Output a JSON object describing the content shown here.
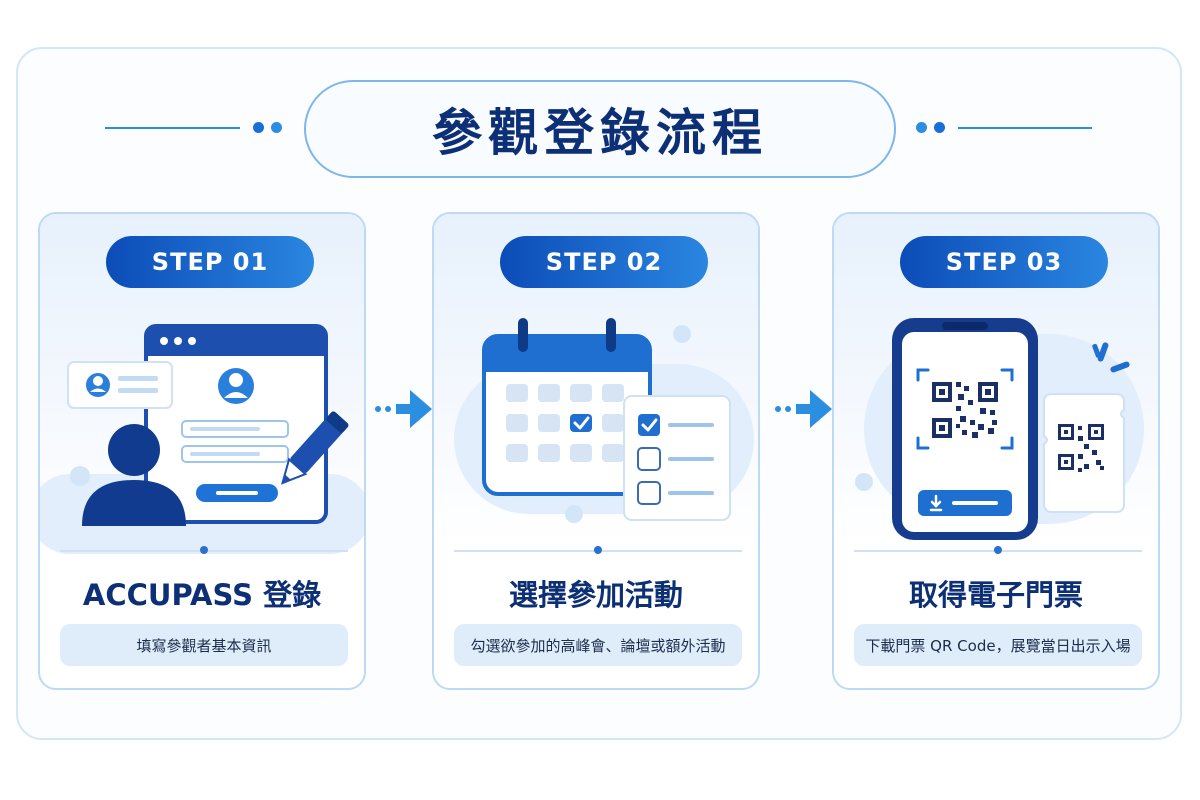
{
  "title": "參觀登錄流程",
  "steps": [
    {
      "label": "STEP 01",
      "title": "ACCUPASS 登錄",
      "desc": "填寫參觀者基本資訊"
    },
    {
      "label": "STEP 02",
      "title": "選擇參加活動",
      "desc": "勾選欲參加的高峰會、論壇或額外活動"
    },
    {
      "label": "STEP 03",
      "title": "取得電子門票",
      "desc": "下載門票 QR Code，展覽當日出示入場"
    }
  ],
  "colors": {
    "navy": "#0d2f75",
    "primary": "#1a5fc8",
    "accent": "#2b8ee0",
    "light": "#e2eefb"
  },
  "icons": [
    "user-profile-icon",
    "pencil-icon",
    "calendar-icon",
    "checklist-icon",
    "smartphone-icon",
    "qr-code-icon",
    "ticket-icon",
    "download-icon",
    "arrow-right-icon"
  ]
}
